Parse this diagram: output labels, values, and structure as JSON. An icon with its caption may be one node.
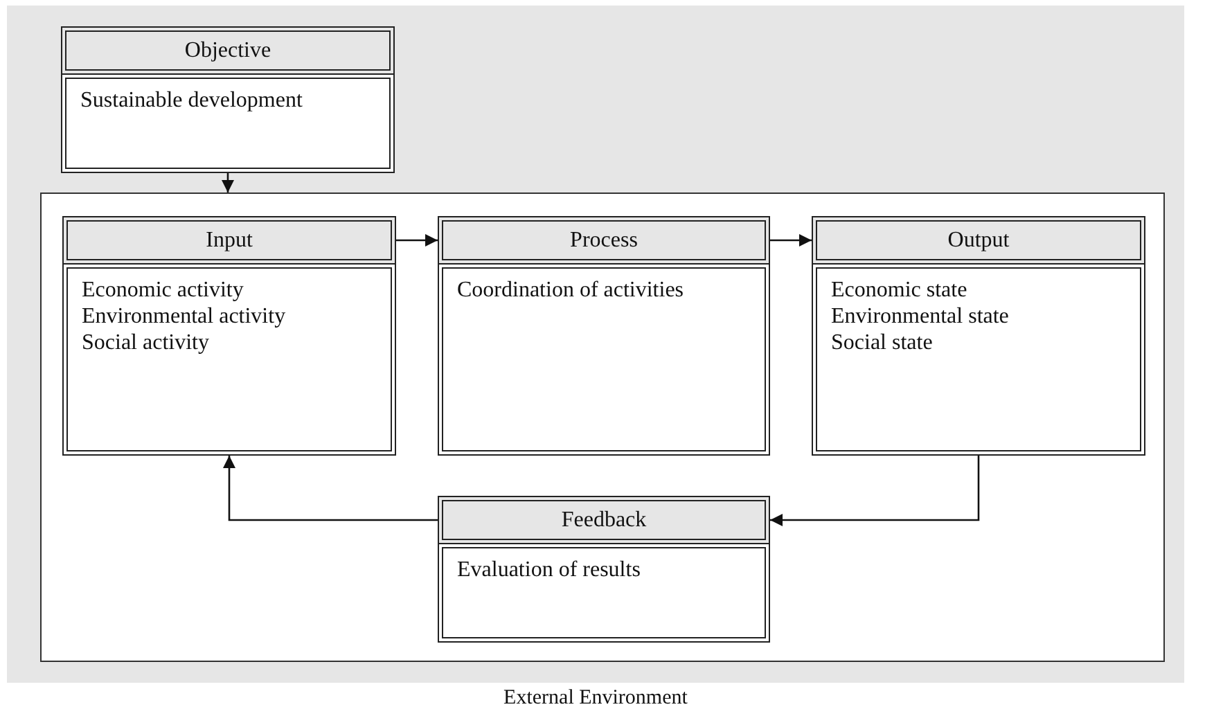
{
  "diagram": {
    "nodes": [
      {
        "text": [
          "External Environment"
        ]
      },
      {
        "text": [
          "Objective",
          "Sustainable development"
        ],
        "in": 0
      },
      {
        "text": [],
        "shape": "box",
        "in": 0
      },
      {
        "text": [
          "Input",
          "Economic activity",
          "Environmental activity",
          "Social activity"
        ],
        "in": 2
      },
      {
        "text": [
          "Process",
          "Coordination of activities"
        ],
        "in": 2
      },
      {
        "text": [
          "Output",
          "Economic state",
          "Environmental state",
          "Social state"
        ],
        "in": 2
      },
      {
        "text": [
          "Feedback",
          "Evaluation of results"
        ],
        "in": 2
      }
    ],
    "edges": [
      {
        "from": 1,
        "to": 2,
        "arrow": "to"
      },
      {
        "from": 3,
        "to": 4,
        "arrow": "to"
      },
      {
        "from": 4,
        "to": 5,
        "arrow": "to"
      },
      {
        "from": 5,
        "to": 6,
        "arrow": "to"
      },
      {
        "from": 6,
        "to": 3,
        "arrow": "to"
      }
    ]
  }
}
